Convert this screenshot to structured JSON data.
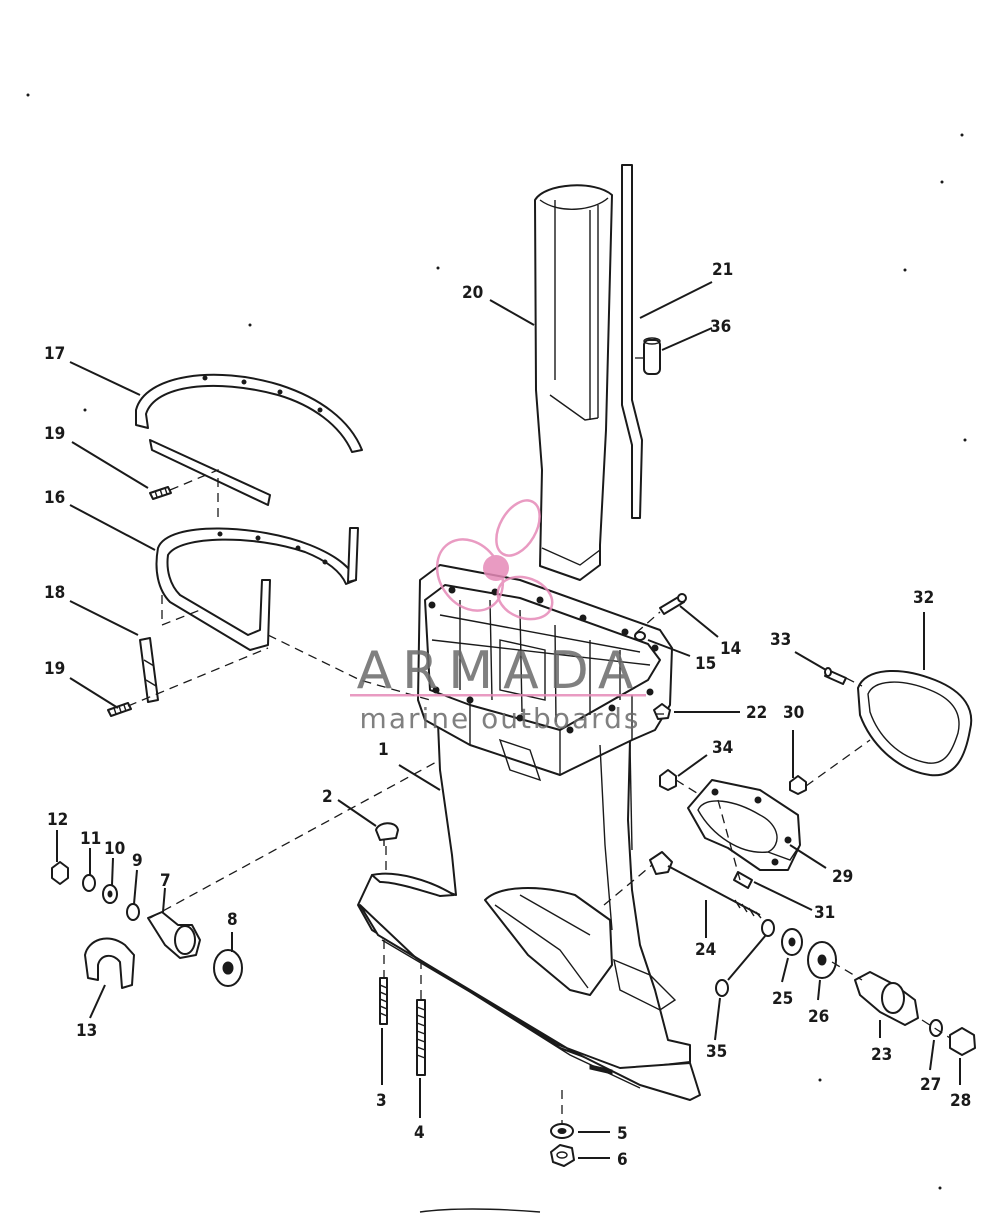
{
  "watermark": {
    "brand": "ARMADA",
    "tagline": "marine outboards",
    "colors": {
      "logo": "#e68ab8",
      "text": "#707070"
    }
  },
  "callouts": [
    "1",
    "2",
    "3",
    "4",
    "5",
    "6",
    "7",
    "8",
    "9",
    "10",
    "11",
    "12",
    "13",
    "14",
    "15",
    "16",
    "17",
    "18",
    "19",
    "19",
    "20",
    "21",
    "22",
    "23",
    "24",
    "25",
    "26",
    "27",
    "28",
    "29",
    "30",
    "31",
    "32",
    "33",
    "34",
    "35",
    "36"
  ]
}
